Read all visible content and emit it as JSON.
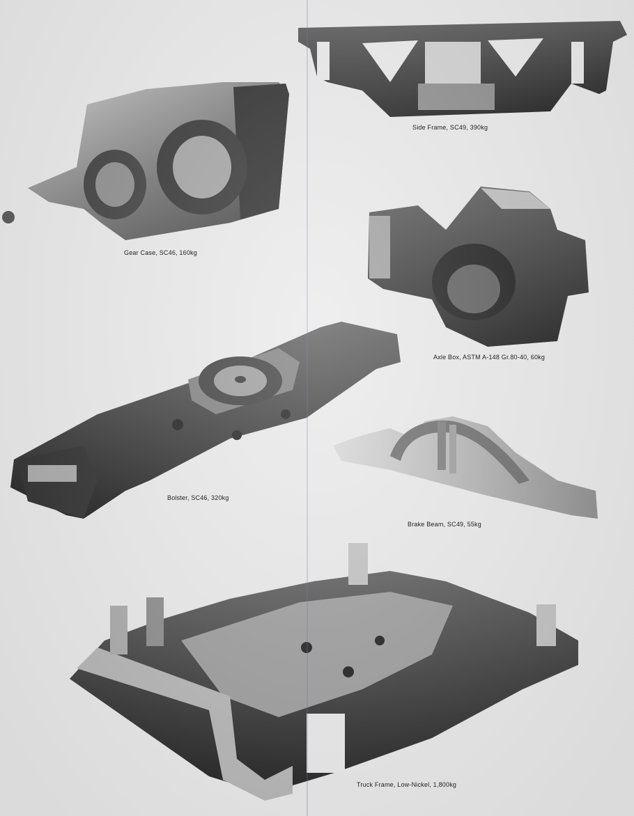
{
  "captions": {
    "side_frame": "Side Frame, SC49, 390kg",
    "gear_case": "Gear Case, SC46, 160kg",
    "axle_box": "Axle Box, ASTM A-148 Gr.80-40, 60kg",
    "bolster": "Bolster, SC46, 320kg",
    "brake_beam": "Brake Beam, SC49, 55kg",
    "truck_frame": "Truck Frame, Low-Nickel, 1,800kg"
  },
  "colors": {
    "paper": "#e9e9e9",
    "casting_dark": "#2b2b2b",
    "casting_mid": "#6e6e6e",
    "casting_light": "#b8b8b8"
  }
}
